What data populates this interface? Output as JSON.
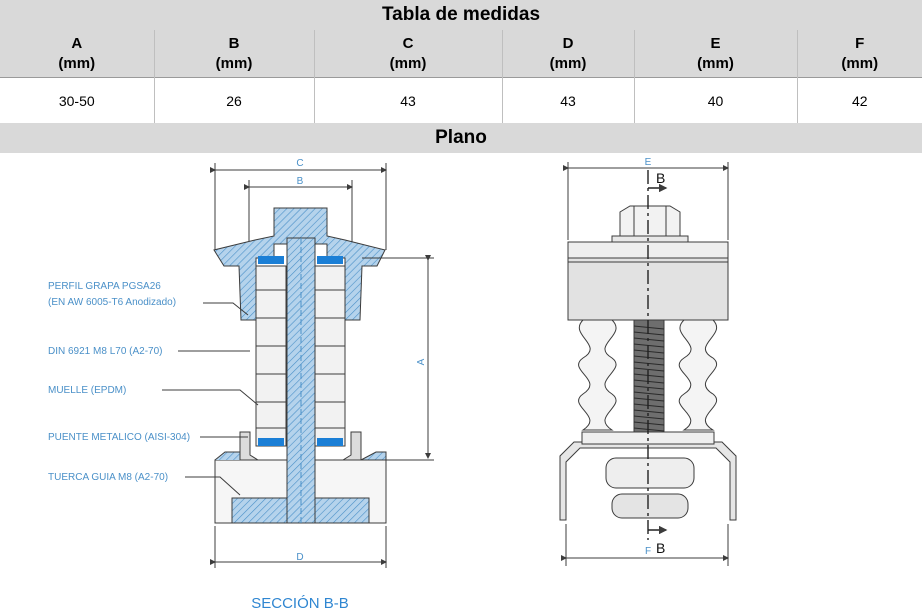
{
  "title": "Tabla de medidas",
  "table": {
    "headers": [
      {
        "letter": "A",
        "unit": "(mm)"
      },
      {
        "letter": "B",
        "unit": "(mm)"
      },
      {
        "letter": "C",
        "unit": "(mm)"
      },
      {
        "letter": "D",
        "unit": "(mm)"
      },
      {
        "letter": "E",
        "unit": "(mm)"
      },
      {
        "letter": "F",
        "unit": "(mm)"
      }
    ],
    "values": [
      "30-50",
      "26",
      "43",
      "43",
      "40",
      "42"
    ]
  },
  "plan_title": "Plano",
  "drawing": {
    "dimension_labels": {
      "A": "A",
      "B": "B",
      "C": "C",
      "D": "D",
      "E": "E",
      "F": "F"
    },
    "section_marker": "B",
    "callouts": {
      "perfil_line1": "PERFIL GRAPA PGSA26",
      "perfil_line2": "(EN AW 6005-T6 Anodizado)",
      "bolt": "DIN 6921 M8 L70 (A2-70)",
      "spring": "MUELLE (EPDM)",
      "bridge": "PUENTE METALICO (AISI-304)",
      "nut": "TUERCA GUIA M8 (A2-70)"
    },
    "section_caption": "SECCIÓN B-B",
    "colors": {
      "line": "#3c3c3c",
      "blue": "#1b7fd6",
      "dim": "#4a90c8",
      "hatch_fill": "#b5d3ec"
    }
  }
}
